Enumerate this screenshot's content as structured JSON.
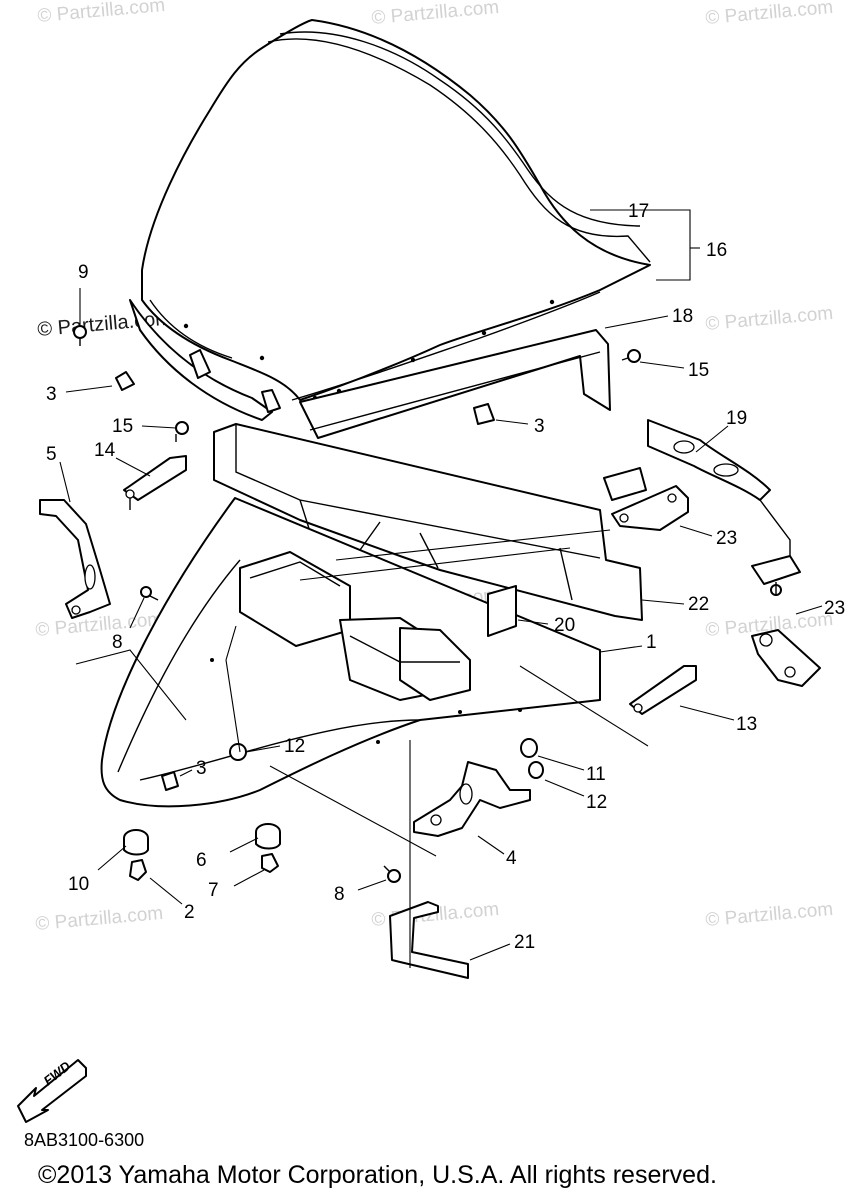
{
  "watermark": "© Partzilla.com",
  "diagram_code": "8AB3100-6300",
  "copyright": "©2013  Yamaha Motor Corporation, U.S.A. All rights reserved.",
  "fwd_label": "FWD",
  "icons": {
    "fwd_arrow": "fwd-arrow-icon"
  },
  "callouts": [
    {
      "id": "c17",
      "text": "17"
    },
    {
      "id": "c16",
      "text": "16"
    },
    {
      "id": "c9",
      "text": "9"
    },
    {
      "id": "c18",
      "text": "18"
    },
    {
      "id": "c15a",
      "text": "15"
    },
    {
      "id": "c3a",
      "text": "3"
    },
    {
      "id": "c3b",
      "text": "3"
    },
    {
      "id": "c15b",
      "text": "15"
    },
    {
      "id": "c14",
      "text": "14"
    },
    {
      "id": "c5",
      "text": "5"
    },
    {
      "id": "c19",
      "text": "19"
    },
    {
      "id": "c23a",
      "text": "23"
    },
    {
      "id": "c22",
      "text": "22"
    },
    {
      "id": "c23b",
      "text": "23"
    },
    {
      "id": "c8a",
      "text": "8"
    },
    {
      "id": "c20",
      "text": "20"
    },
    {
      "id": "c1",
      "text": "1"
    },
    {
      "id": "c13",
      "text": "13"
    },
    {
      "id": "c12a",
      "text": "12"
    },
    {
      "id": "c3c",
      "text": "3"
    },
    {
      "id": "c11",
      "text": "11"
    },
    {
      "id": "c12b",
      "text": "12"
    },
    {
      "id": "c4",
      "text": "4"
    },
    {
      "id": "c10",
      "text": "10"
    },
    {
      "id": "c6",
      "text": "6"
    },
    {
      "id": "c7",
      "text": "7"
    },
    {
      "id": "c2",
      "text": "2"
    },
    {
      "id": "c8b",
      "text": "8"
    },
    {
      "id": "c21",
      "text": "21"
    }
  ]
}
